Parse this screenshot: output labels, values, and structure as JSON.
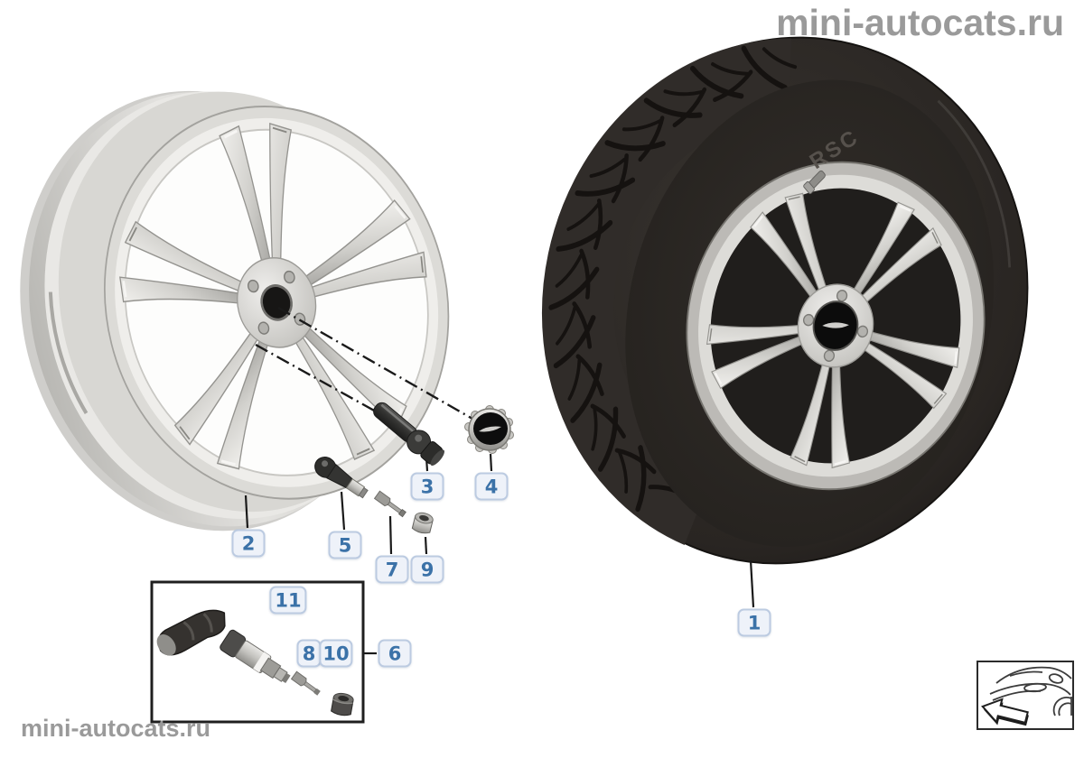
{
  "watermarks": {
    "top_right": "mini-autocats.ru",
    "bottom_left": "mini-autocats.ru"
  },
  "tire_marking": "RSC",
  "callouts": {
    "c1": "1",
    "c2": "2",
    "c3": "3",
    "c4": "4",
    "c5": "5",
    "c6": "6",
    "c7": "7",
    "c8": "8",
    "c9": "9",
    "c10": "10",
    "c11": "11"
  },
  "icons": {
    "direction_legend": "car-front-direction-arrow-icon"
  },
  "colors": {
    "callout_bg": "#eef2f9",
    "callout_border": "#bccbe1",
    "callout_text": "#3b72a8",
    "watermark": "#9a9a9a",
    "leader_line": "#1a1a1a",
    "tire": "#262220",
    "alloy": "#d6d5d1"
  }
}
